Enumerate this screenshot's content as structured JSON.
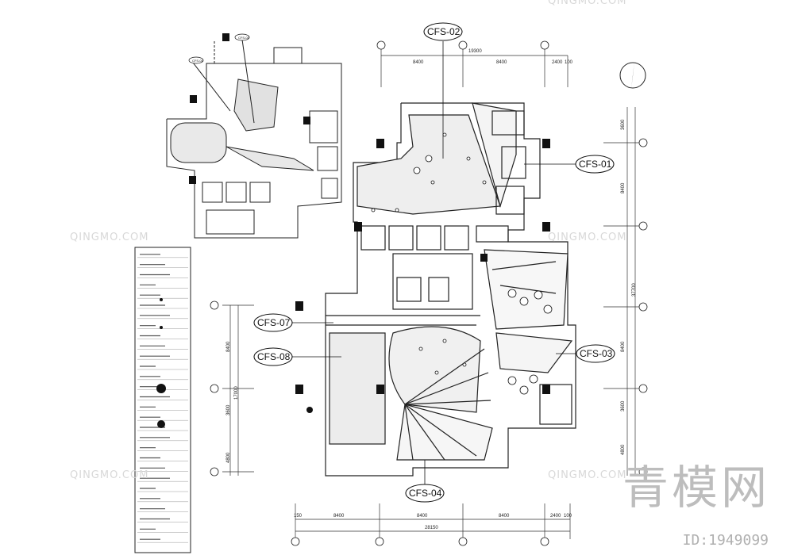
{
  "labels": {
    "cfs01": "CFS-01",
    "cfs02": "CFS-02",
    "cfs03": "CFS-03",
    "cfs04": "CFS-04",
    "cfs07": "CFS-07",
    "cfs08": "CFS-08"
  },
  "small_labels": {
    "a": "CFS-02",
    "b": "CFS-01"
  },
  "dims_top": {
    "total": "19300",
    "d1": "8400",
    "d2": "8400",
    "d3": "2400",
    "d4": "100"
  },
  "dims_bottom": {
    "total": "28150",
    "d1": "8400",
    "d2": "8400",
    "d3": "8400",
    "d4": "2400",
    "d5": "100",
    "d0": "150"
  },
  "dims_right": {
    "total": "37700",
    "d1": "3600",
    "d2": "8400",
    "d3": "8400",
    "d4": "3600",
    "d5": "4800"
  },
  "dims_left": {
    "total": "17000",
    "d1": "8400",
    "d2": "3600",
    "d3": "4800"
  },
  "watermark": "QINGMO.COM",
  "brand": "青模网",
  "doc_id": "ID:1949099",
  "legend_rows": 30
}
